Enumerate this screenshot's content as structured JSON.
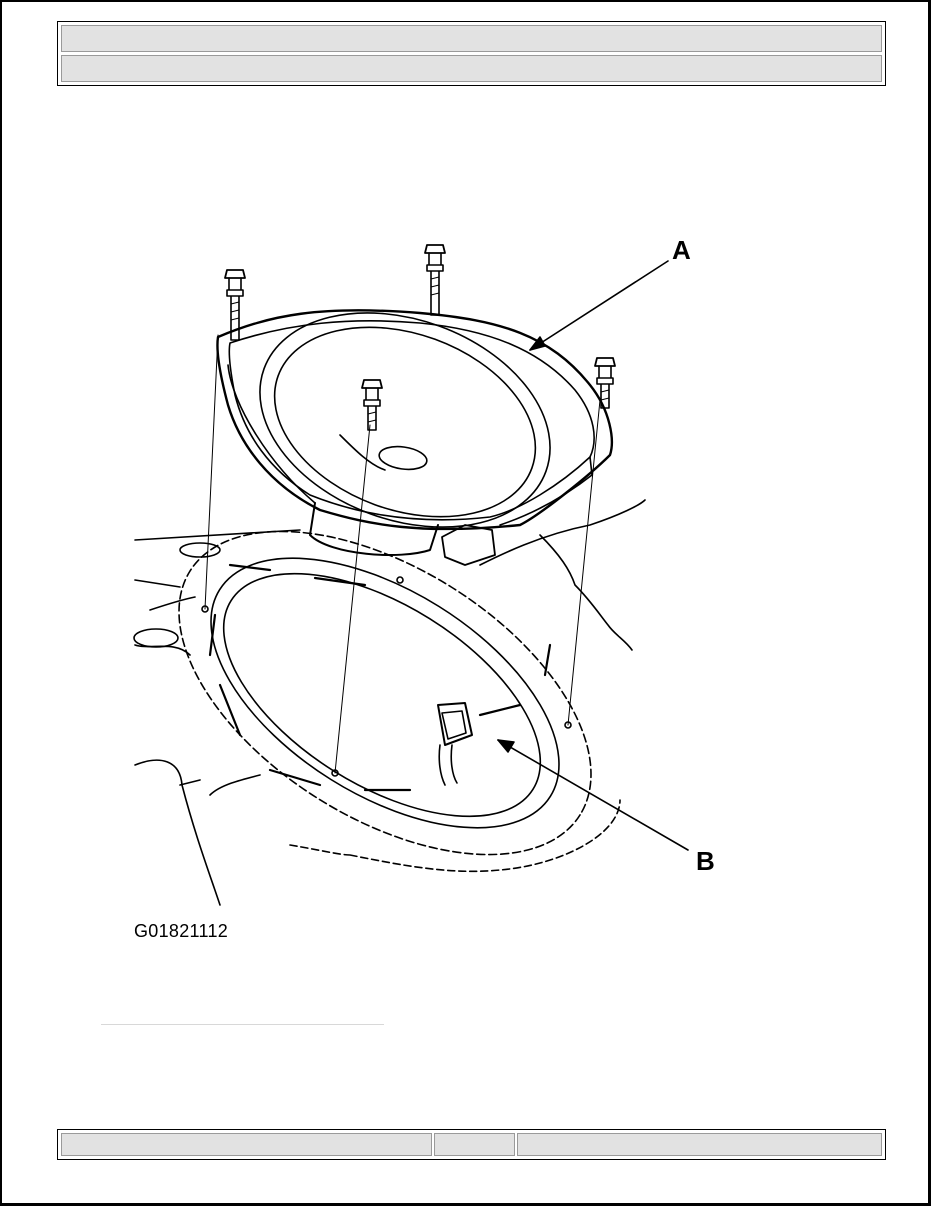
{
  "header": {
    "title": "",
    "subtitle": ""
  },
  "figure": {
    "callouts": {
      "a": "A",
      "b": "B"
    },
    "figure_id": "G01821112"
  },
  "footer": {
    "left": "",
    "middle": "",
    "right": ""
  }
}
